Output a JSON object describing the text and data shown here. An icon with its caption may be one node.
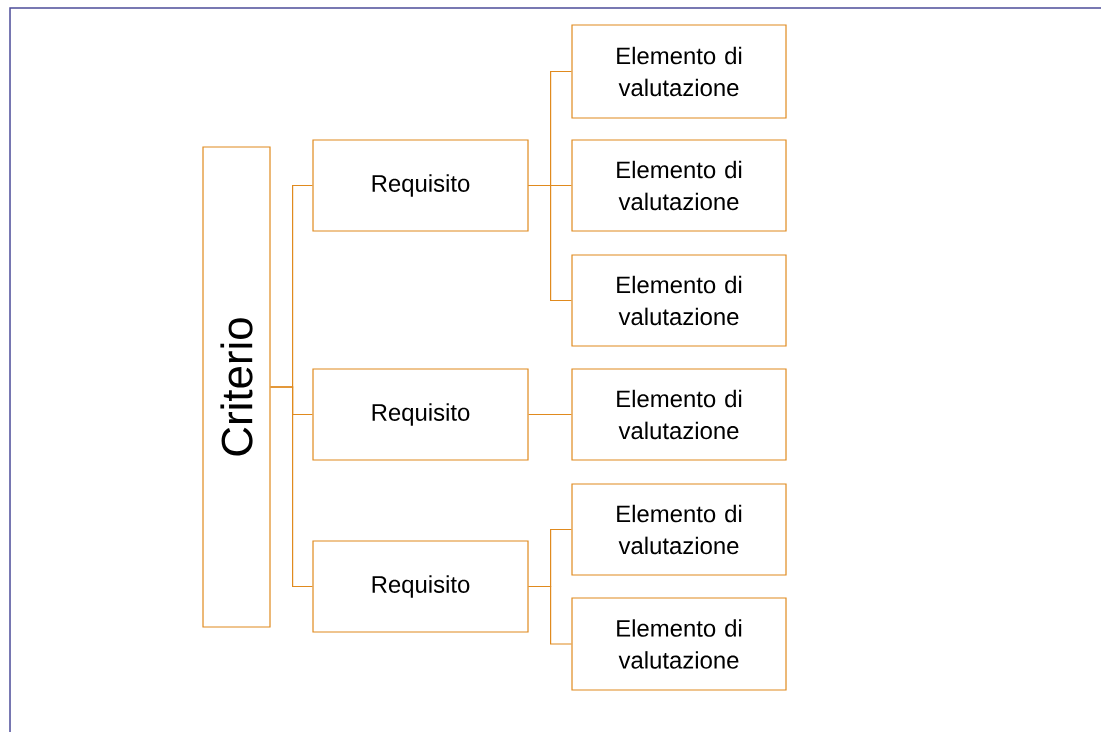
{
  "diagram": {
    "nodes": [
      {
        "text": [
          "Criterio"
        ]
      },
      {
        "text": [
          "Requisito"
        ]
      },
      {
        "text": [
          "Requisito"
        ]
      },
      {
        "text": [
          "Requisito"
        ]
      },
      {
        "text": [
          "Elemento di valutazione"
        ]
      },
      {
        "text": [
          "Elemento di valutazione"
        ]
      },
      {
        "text": [
          "Elemento di valutazione"
        ]
      },
      {
        "text": [
          "Elemento di valutazione"
        ]
      },
      {
        "text": [
          "Elemento di valutazione"
        ]
      },
      {
        "text": [
          "Elemento di valutazione"
        ]
      }
    ],
    "edges": [
      {
        "from": 0,
        "to": 1,
        "arrow": "none"
      },
      {
        "from": 0,
        "to": 2,
        "arrow": "none"
      },
      {
        "from": 0,
        "to": 3,
        "arrow": "none"
      },
      {
        "from": 1,
        "to": 4,
        "arrow": "none"
      },
      {
        "from": 1,
        "to": 5,
        "arrow": "none"
      },
      {
        "from": 1,
        "to": 6,
        "arrow": "none"
      },
      {
        "from": 2,
        "to": 7,
        "arrow": "none"
      },
      {
        "from": 3,
        "to": 8,
        "arrow": "none"
      },
      {
        "from": 3,
        "to": 9,
        "arrow": "none"
      }
    ]
  }
}
